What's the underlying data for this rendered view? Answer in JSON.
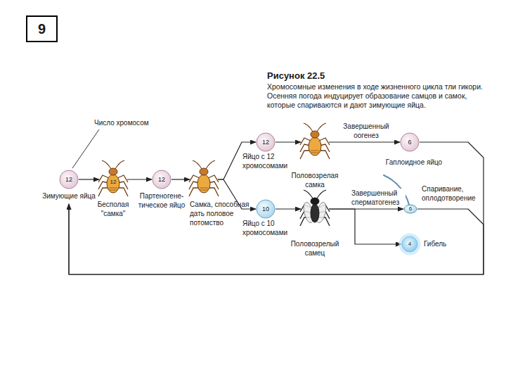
{
  "diagram": {
    "title": "Рисунок 22.5",
    "caption": "Хромосомные изменения в ходе жизненного цикла тли гикори. Осенняя погода индуцирует образование самцов и самок, которые спариваются и дают зимующие яйца.",
    "nodes": [
      {
        "text": [
          "9"
        ]
      },
      {
        "text": [
          "12",
          "Зимующие яйца"
        ]
      },
      {
        "text": [
          "12",
          "Бесполая \"самка\""
        ]
      },
      {
        "text": [
          "12",
          "Партеногене- тическое яйцо"
        ]
      },
      {
        "text": [
          "Самка, способная дать половое потомство"
        ]
      },
      {
        "text": [
          "12",
          "Яйцо с 12 хромосомами"
        ]
      },
      {
        "text": [
          "Половозрелая самка"
        ]
      },
      {
        "text": [
          "6",
          "Гаплоидное яйцо"
        ]
      },
      {
        "text": [
          "10",
          "Яйцо с 10 хромосомами"
        ]
      },
      {
        "text": [
          "Половозрелый самец"
        ]
      },
      {
        "text": [
          "6"
        ]
      },
      {
        "text": [
          "4",
          "Гибель"
        ]
      }
    ],
    "edges": [
      {
        "from": 1,
        "to": 2,
        "arrow": "to"
      },
      {
        "from": 2,
        "to": 3,
        "arrow": "to"
      },
      {
        "from": 3,
        "to": 4,
        "arrow": "to"
      },
      {
        "from": 4,
        "to": 5,
        "arrow": "to"
      },
      {
        "from": 4,
        "to": 8,
        "arrow": "to"
      },
      {
        "from": 5,
        "to": 6,
        "arrow": "to"
      },
      {
        "from": 6,
        "to": 7,
        "label": "Завершенный оогенез",
        "arrow": "to"
      },
      {
        "from": 8,
        "to": 9,
        "arrow": "to"
      },
      {
        "from": 9,
        "to": 10,
        "label": "Завершенный сперматогенез",
        "arrow": "to"
      },
      {
        "from": 9,
        "to": 11,
        "arrow": "to"
      },
      {
        "from": 7,
        "to": 1,
        "arrow": "to"
      },
      {
        "from": 10,
        "to": 1,
        "arrow": "to"
      }
    ],
    "labels": [
      "Число хромосом",
      "Спаривание, оплодотворение"
    ]
  }
}
